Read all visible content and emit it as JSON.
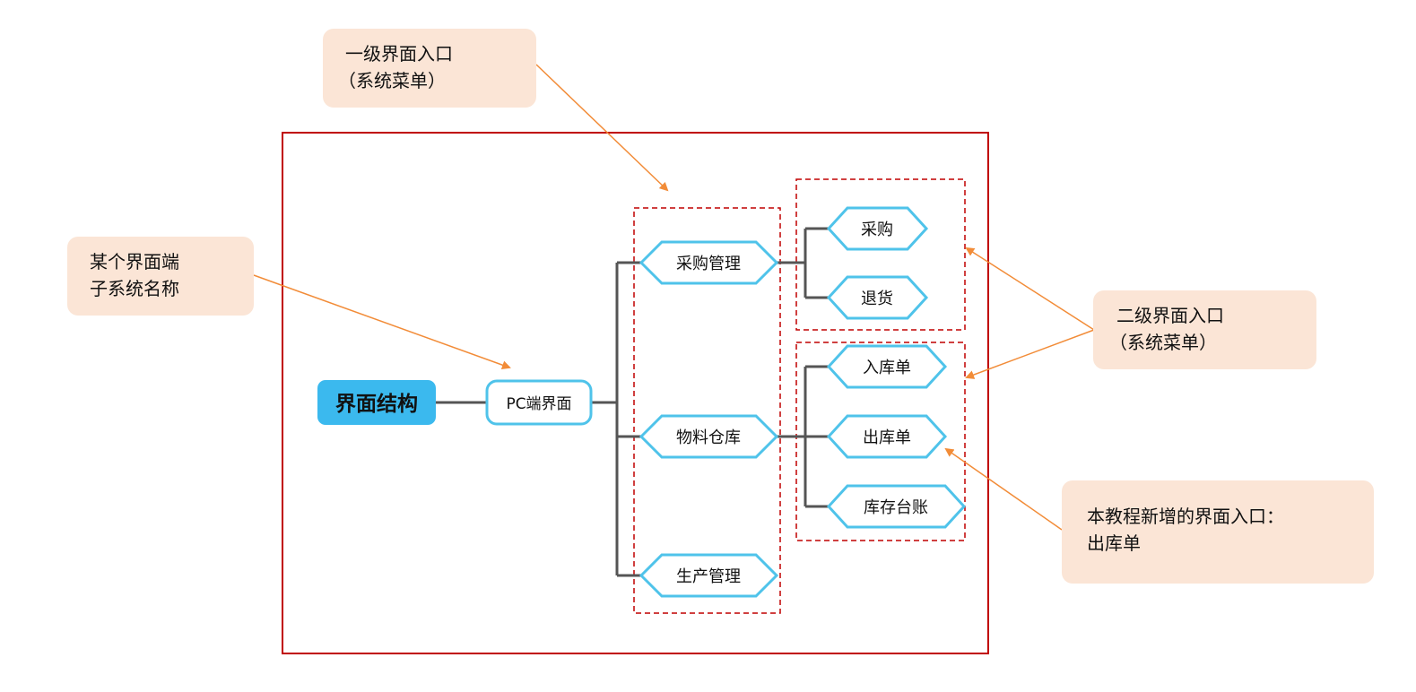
{
  "diagram": {
    "root": "界面结构",
    "subsystem": "PC端界面",
    "level1": [
      "采购管理",
      "物料仓库",
      "生产管理"
    ],
    "level2_purchase": [
      "采购",
      "退货"
    ],
    "level2_warehouse": [
      "入库单",
      "出库单",
      "库存台账"
    ]
  },
  "callouts": {
    "level1_entry": [
      "一级界面入口",
      "（系统菜单）"
    ],
    "subsystem_name": [
      "某个界面端",
      "子系统名称"
    ],
    "level2_entry": [
      "二级界面入口",
      "（系统菜单）"
    ],
    "new_entry": [
      "本教程新增的界面入口：",
      "出库单"
    ]
  },
  "colors": {
    "frame": "#c00000",
    "dashed": "#c00000",
    "node_border": "#4fc3ea",
    "root_fill": "#3bb9ee",
    "connector": "#555555",
    "arrow": "#f28c38",
    "callout_fill": "#fbe5d6"
  }
}
